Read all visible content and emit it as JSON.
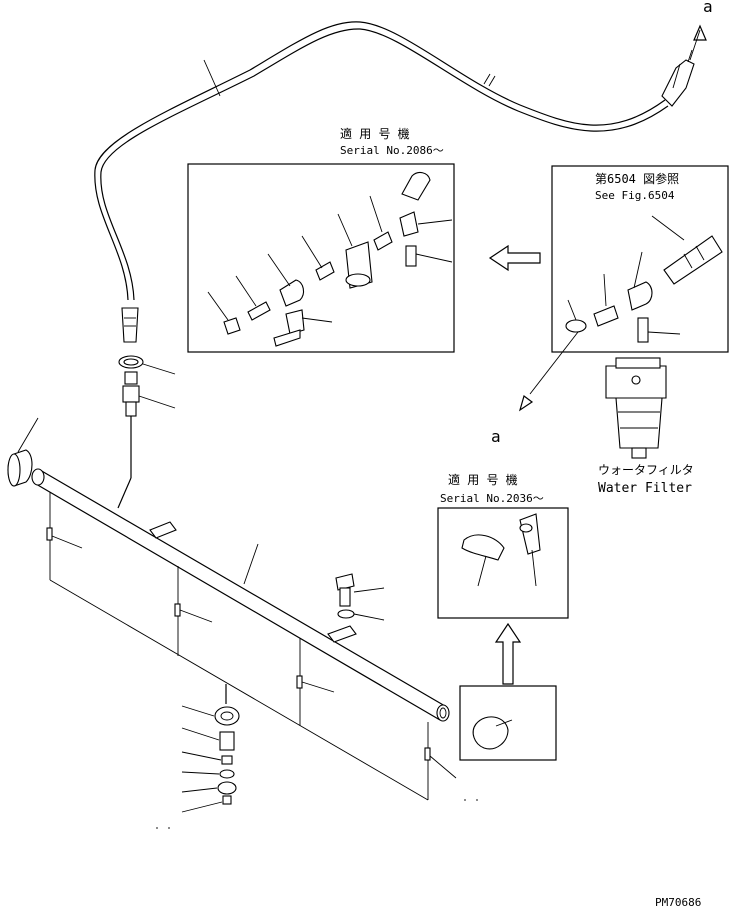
{
  "labels": {
    "ref_a_top": "a",
    "ref_a_mid": "a",
    "inset1_jp": "適 用 号 機",
    "inset1_serial": "Serial No.2086～",
    "inset2_jp": "第6504 図参照",
    "inset2_en": "See Fig.6504",
    "inset3_jp": "適 用 号 機",
    "inset3_serial": "Serial No.2036～",
    "water_filter_jp": "ウォータフィルタ",
    "water_filter_en": "Water Filter",
    "drawing_id": "PM70686"
  },
  "colors": {
    "line": "#000000",
    "background": "#ffffff"
  }
}
